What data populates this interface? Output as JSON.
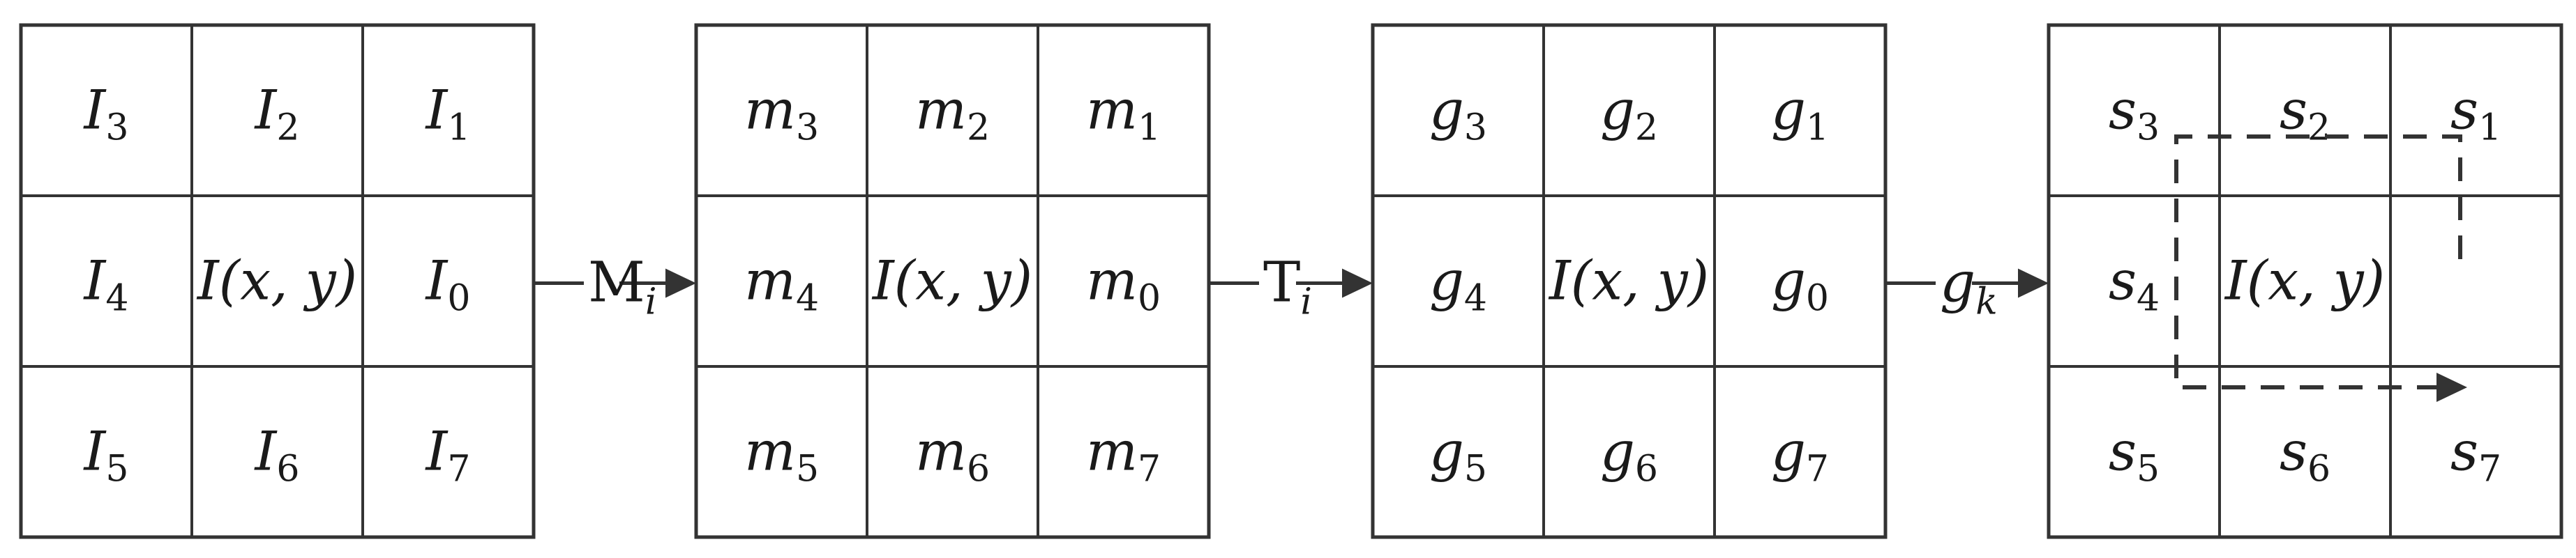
{
  "grids": [
    {
      "id": "I",
      "cells": [
        {
          "base": "I",
          "sub": "3"
        },
        {
          "base": "I",
          "sub": "2"
        },
        {
          "base": "I",
          "sub": "1"
        },
        {
          "base": "I",
          "sub": "4"
        },
        {
          "base": "I(x, y)",
          "sub": ""
        },
        {
          "base": "I",
          "sub": "0"
        },
        {
          "base": "I",
          "sub": "5"
        },
        {
          "base": "I",
          "sub": "6"
        },
        {
          "base": "I",
          "sub": "7"
        }
      ]
    },
    {
      "id": "m",
      "cells": [
        {
          "base": "m",
          "sub": "3"
        },
        {
          "base": "m",
          "sub": "2"
        },
        {
          "base": "m",
          "sub": "1"
        },
        {
          "base": "m",
          "sub": "4"
        },
        {
          "base": "I(x, y)",
          "sub": ""
        },
        {
          "base": "m",
          "sub": "0"
        },
        {
          "base": "m",
          "sub": "5"
        },
        {
          "base": "m",
          "sub": "6"
        },
        {
          "base": "m",
          "sub": "7"
        }
      ]
    },
    {
      "id": "g",
      "cells": [
        {
          "base": "g",
          "sub": "3"
        },
        {
          "base": "g",
          "sub": "2"
        },
        {
          "base": "g",
          "sub": "1"
        },
        {
          "base": "g",
          "sub": "4"
        },
        {
          "base": "I(x, y)",
          "sub": ""
        },
        {
          "base": "g",
          "sub": "0"
        },
        {
          "base": "g",
          "sub": "5"
        },
        {
          "base": "g",
          "sub": "6"
        },
        {
          "base": "g",
          "sub": "7"
        }
      ]
    },
    {
      "id": "s",
      "cells": [
        {
          "base": "s",
          "sub": "3"
        },
        {
          "base": "s",
          "sub": "2"
        },
        {
          "base": "s",
          "sub": "1"
        },
        {
          "base": "s",
          "sub": "4"
        },
        {
          "base": "I(x, y)",
          "sub": ""
        },
        {
          "base": "",
          "sub": ""
        },
        {
          "base": "s",
          "sub": "5"
        },
        {
          "base": "s",
          "sub": "6"
        },
        {
          "base": "s",
          "sub": "7"
        }
      ]
    }
  ],
  "operators": [
    {
      "base": "M",
      "sub": "i",
      "italic_base": false
    },
    {
      "base": "T",
      "sub": "i",
      "italic_base": false
    },
    {
      "base": "g",
      "sub": "k",
      "italic_base": true
    }
  ]
}
